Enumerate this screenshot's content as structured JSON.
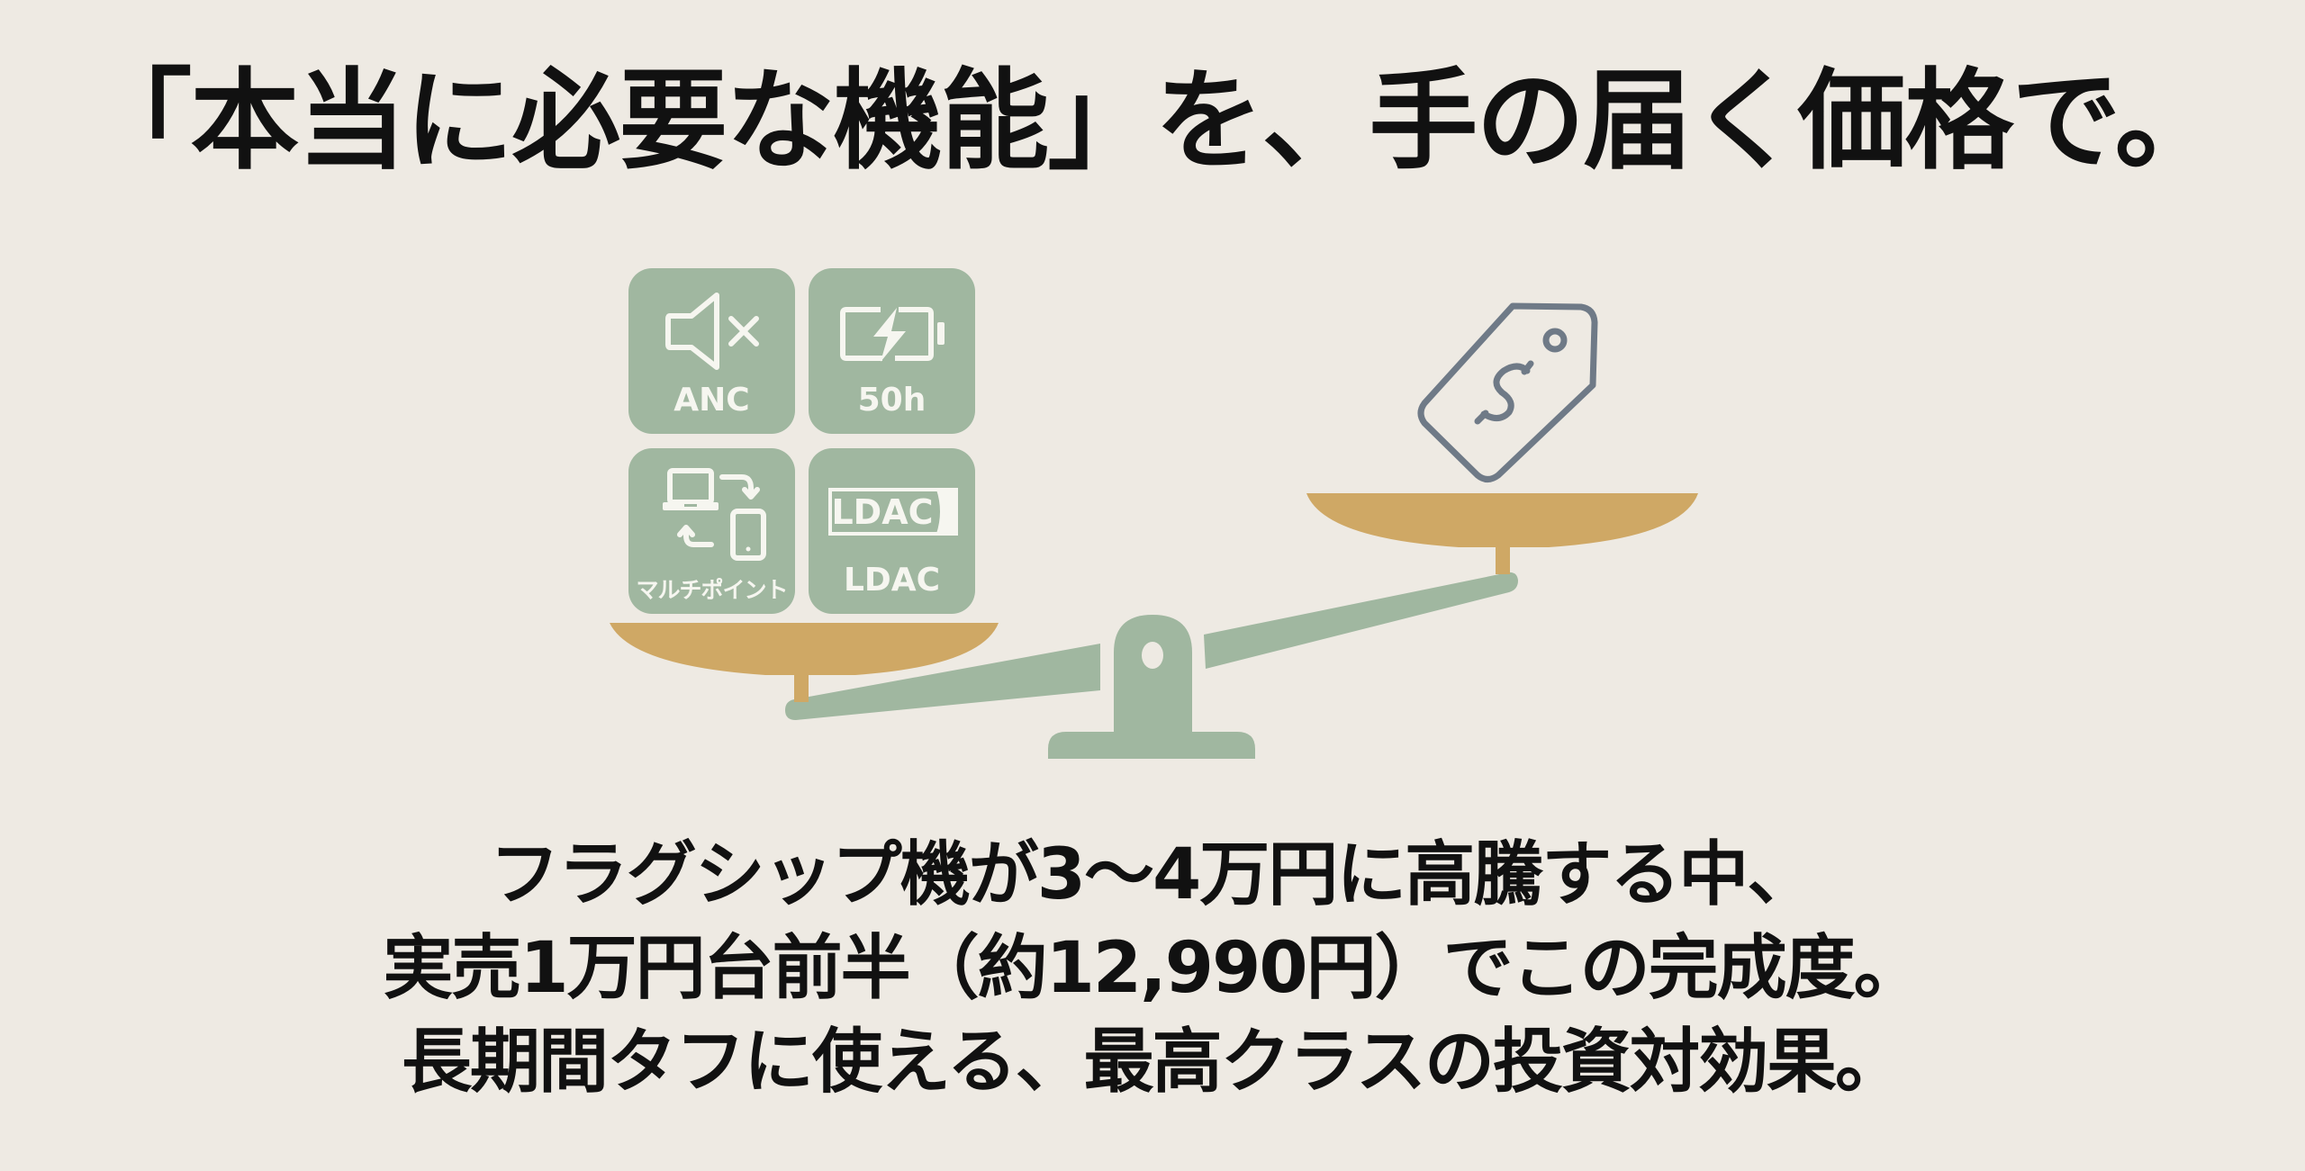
{
  "headline": "「本当に必要な機能」を、手の届く価格で。",
  "features": [
    {
      "label": "ANC",
      "icon": "speaker-mute-icon"
    },
    {
      "label": "50h",
      "icon": "battery-charging-icon"
    },
    {
      "label": "マルチポイント",
      "icon": "multipoint-devices-icon"
    },
    {
      "label": "LDAC",
      "icon": "ldac-logo-icon",
      "logo_text": "LDAC"
    }
  ],
  "price_icon": "price-tag-dollar-icon",
  "body_lines": [
    "フラグシップ機が3〜4万円に高騰する中、",
    "実売1万円台前半（約12,990円）でこの完成度。",
    "長期間タフに使える、最高クラスの投資対効果。"
  ],
  "colors": {
    "background": "#EEEAE3",
    "sage_green": "#A0B7A0",
    "gold_pan": "#CFA865",
    "tag_gray": "#6F7A87",
    "text": "#111111"
  }
}
